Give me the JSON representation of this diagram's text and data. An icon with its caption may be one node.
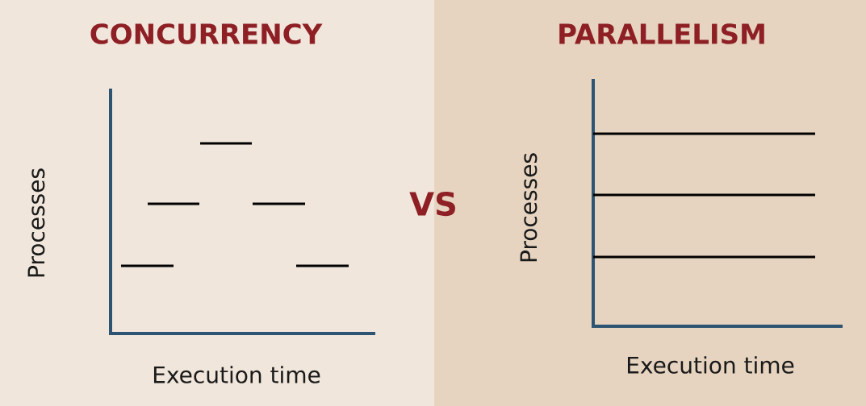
{
  "diagram": {
    "labels": [
      "CONCURRENCY",
      "Processes",
      "Execution time",
      "VS",
      "PARALLELISM",
      "Processes",
      "Execution time"
    ]
  }
}
